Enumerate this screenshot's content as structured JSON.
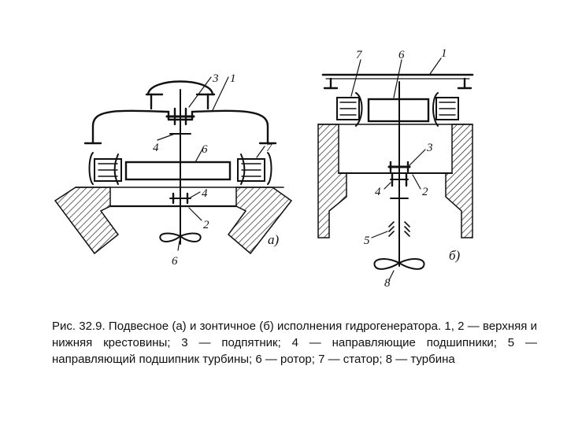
{
  "figure": {
    "a": {
      "sublabel": "а)",
      "labels": {
        "n1": "1",
        "n2": "2",
        "n3": "3",
        "n4_top": "4",
        "n4_bottom": "4",
        "n6_rotor": "6",
        "n6_turbine": "6",
        "n7": "7"
      }
    },
    "b": {
      "sublabel": "б)",
      "labels": {
        "n1": "1",
        "n2": "2",
        "n3": "3",
        "n4": "4",
        "n5": "5",
        "n6": "6",
        "n7": "7",
        "n8": "8"
      }
    }
  },
  "caption": "Рис. 32.9. Подвесное (а) и зонтичное (б) исполнения гидрогенератора. 1, 2 — верхняя и нижняя крестовины; 3 — подпятник; 4 — направляющие подшипники; 5 — направляющий подшипник турбины; 6 — ротор; 7 — статор; 8 — турбина"
}
